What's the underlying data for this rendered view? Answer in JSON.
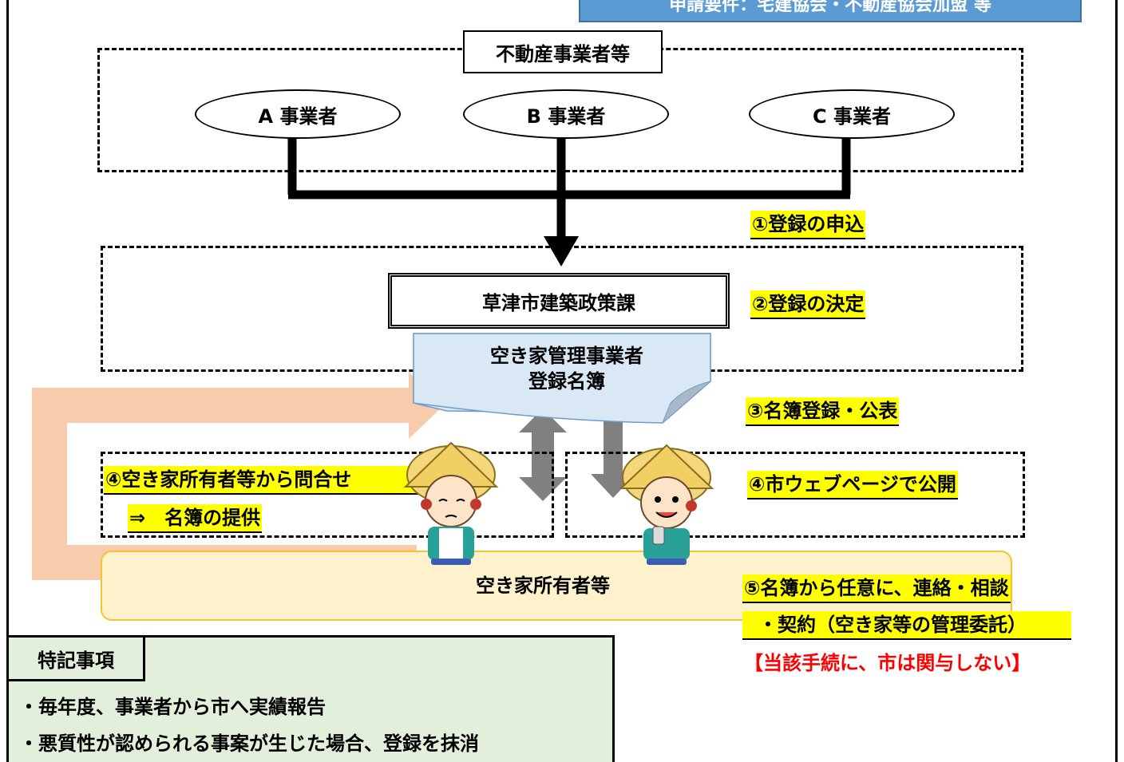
{
  "callout": {
    "text": "申請要件：宅建協会・不動産協会加盟 等"
  },
  "businesses_group": {
    "label": "不動産事業者等",
    "items": [
      "A 事業者",
      "B 事業者",
      "C 事業者"
    ]
  },
  "steps": {
    "step1": "①登録の申込",
    "step2": "②登録の決定",
    "step3": "③名簿登録・公表",
    "step4a_line1": "④空き家所有者等から問合せ",
    "step4a_line2": "⇒　名簿の提供",
    "step4b": "④市ウェブページで公開",
    "step5_line1": "⑤名簿から任意に、連絡・相談",
    "step5_line2": "・契約（空き家等の管理委託）",
    "step5_note": "【当該手続に、市は関与しない】"
  },
  "city_office": {
    "label": "草津市建築政策課"
  },
  "registry": {
    "line1": "空き家管理事業者",
    "line2": "登録名簿"
  },
  "owners": {
    "label": "空き家所有者等"
  },
  "notes": {
    "title": "特記事項",
    "items": [
      "・毎年度、事業者から市へ実績報告",
      "・悪質性が認められる事案が生じた場合、登録を抹消"
    ]
  },
  "colors": {
    "highlight": "#ffff00",
    "callout_fill": "#5b9bd5",
    "registry_fill": "#dae8f5",
    "owners_fill": "#fdf2cc",
    "notes_fill": "#e2efda",
    "salmon_arrow": "#f8cbad",
    "gray_arrow": "#808080",
    "warning_red": "#ff0000"
  }
}
